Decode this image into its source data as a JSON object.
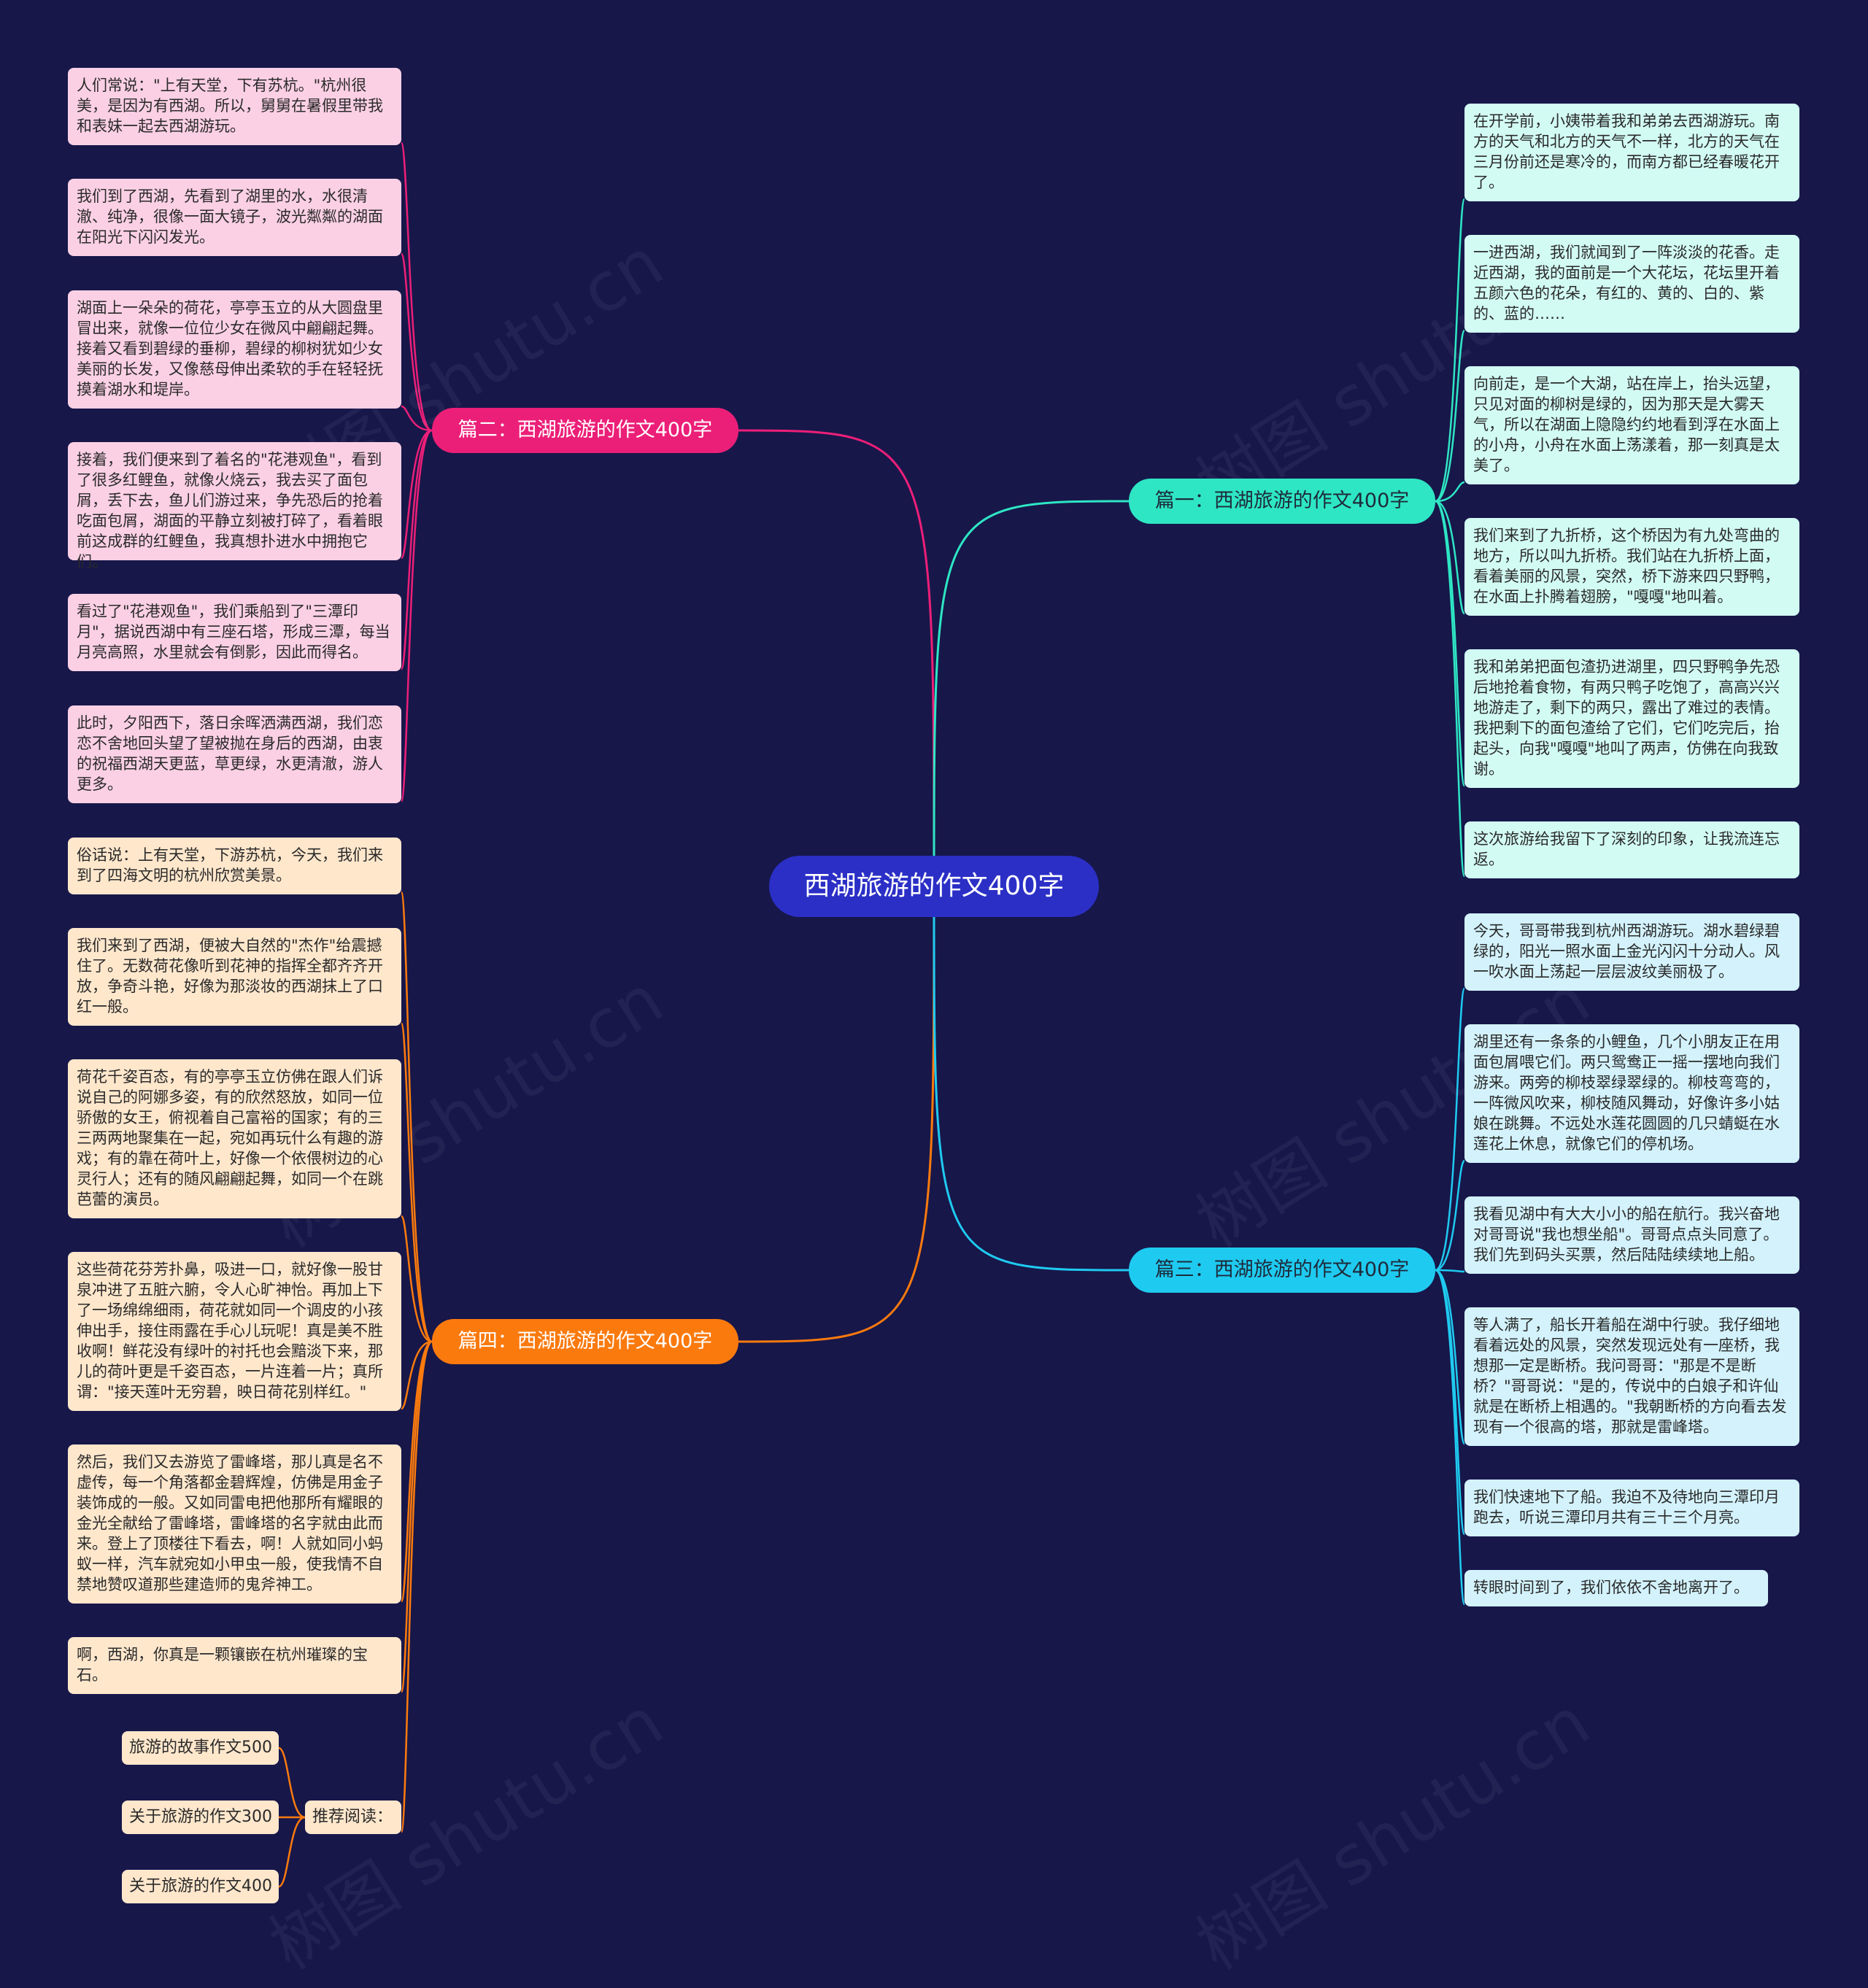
{
  "root": {
    "label": "西湖旅游的作文400字"
  },
  "watermark": "树图 shutu.cn",
  "colors": {
    "background": "#17174a",
    "pink": "#ec1f78",
    "cyan": "#2ee6c4",
    "orange": "#fb7a0e",
    "blue": "#1fcaf0",
    "root": "#2b2fc6"
  },
  "branches": {
    "b2": {
      "label": "篇二：西湖旅游的作文400字",
      "items": [
        "人们常说：\"上有天堂，下有苏杭。\"杭州很美，是因为有西湖。所以，舅舅在暑假里带我和表妹一起去西湖游玩。",
        "我们到了西湖，先看到了湖里的水，水很清澈、纯净，很像一面大镜子，波光粼粼的湖面在阳光下闪闪发光。",
        "湖面上一朵朵的荷花，亭亭玉立的从大圆盘里冒出来，就像一位位少女在微风中翩翩起舞。接着又看到碧绿的垂柳，碧绿的柳树犹如少女美丽的长发，又像慈母伸出柔软的手在轻轻抚摸着湖水和堤岸。",
        "接着，我们便来到了着名的\"花港观鱼\"，看到了很多红鲤鱼，就像火烧云，我去买了面包屑，丢下去，鱼儿们游过来，争先恐后的抢着吃面包屑，湖面的平静立刻被打碎了，看着眼前这成群的红鲤鱼，我真想扑进水中拥抱它们。",
        "看过了\"花港观鱼\"，我们乘船到了\"三潭印月\"，据说西湖中有三座石塔，形成三潭，每当月亮高照，水里就会有倒影，因此而得名。",
        "此时，夕阳西下，落日余晖洒满西湖，我们恋恋不舍地回头望了望被抛在身后的西湖，由衷的祝福西湖天更蓝，草更绿，水更清澈，游人更多。"
      ]
    },
    "b1": {
      "label": "篇一：西湖旅游的作文400字",
      "items": [
        "在开学前，小姨带着我和弟弟去西湖游玩。南方的天气和北方的天气不一样，北方的天气在三月份前还是寒冷的，而南方都已经春暖花开了。",
        "一进西湖，我们就闻到了一阵淡淡的花香。走近西湖，我的面前是一个大花坛，花坛里开着五颜六色的花朵，有红的、黄的、白的、紫的、蓝的……",
        "向前走，是一个大湖，站在岸上，抬头远望，只见对面的柳树是绿的，因为那天是大雾天气，所以在湖面上隐隐约约地看到浮在水面上的小舟，小舟在水面上荡漾着，那一刻真是太美了。",
        "我们来到了九折桥，这个桥因为有九处弯曲的地方，所以叫九折桥。我们站在九折桥上面，看着美丽的风景，突然，桥下游来四只野鸭，在水面上扑腾着翅膀，\"嘎嘎\"地叫着。",
        "我和弟弟把面包渣扔进湖里，四只野鸭争先恐后地抢着食物，有两只鸭子吃饱了，高高兴兴地游走了，剩下的两只，露出了难过的表情。我把剩下的面包渣给了它们，它们吃完后，抬起头，向我\"嘎嘎\"地叫了两声，仿佛在向我致谢。",
        "这次旅游给我留下了深刻的印象，让我流连忘返。"
      ]
    },
    "b4": {
      "label": "篇四：西湖旅游的作文400字",
      "items": [
        "俗话说：上有天堂，下游苏杭，今天，我们来到了四海文明的杭州欣赏美景。",
        "我们来到了西湖，便被大自然的\"杰作\"给震撼住了。无数荷花像听到花神的指挥全都齐齐开放，争奇斗艳，好像为那淡妆的西湖抹上了口红一般。",
        "荷花千姿百态，有的亭亭玉立仿佛在跟人们诉说自己的阿娜多姿，有的欣然怒放，如同一位骄傲的女王，俯视着自己富裕的国家；有的三三两两地聚集在一起，宛如再玩什么有趣的游戏；有的靠在荷叶上，好像一个依偎树边的心灵行人；还有的随风翩翩起舞，如同一个在跳芭蕾的演员。",
        "这些荷花芬芳扑鼻，吸进一口，就好像一股甘泉冲进了五脏六腑，令人心旷神怡。再加上下了一场绵绵细雨，荷花就如同一个调皮的小孩伸出手，接住雨露在手心儿玩呢！真是美不胜收啊！鲜花没有绿叶的衬托也会黯淡下来，那儿的荷叶更是千姿百态，一片连着一片；真所谓：\"接天莲叶无穷碧，映日荷花别样红。\"",
        "然后，我们又去游览了雷峰塔，那儿真是名不虚传，每一个角落都金碧辉煌，仿佛是用金子装饰成的一般。又如同雷电把他那所有耀眼的金光全献给了雷峰塔，雷峰塔的名字就由此而来。登上了顶楼往下看去，啊！人就如同小蚂蚁一样，汽车就宛如小甲虫一般，使我情不自禁地赞叹道那些建造师的鬼斧神工。",
        "啊，西湖，你真是一颗镶嵌在杭州璀璨的宝石。"
      ],
      "recommend": {
        "label": "推荐阅读：",
        "items": [
          "旅游的故事作文500",
          "关于旅游的作文300",
          "关于旅游的作文400"
        ]
      }
    },
    "b3": {
      "label": "篇三：西湖旅游的作文400字",
      "items": [
        "今天，哥哥带我到杭州西湖游玩。湖水碧绿碧绿的，阳光一照水面上金光闪闪十分动人。风一吹水面上荡起一层层波纹美丽极了。",
        "湖里还有一条条的小鲤鱼，几个小朋友正在用面包屑喂它们。两只鸳鸯正一摇一摆地向我们游来。两旁的柳枝翠绿翠绿的。柳枝弯弯的，一阵微风吹来，柳枝随风舞动，好像许多小姑娘在跳舞。不远处水莲花圆圆的几只蜻蜓在水莲花上休息，就像它们的停机场。",
        "我看见湖中有大大小小的船在航行。我兴奋地对哥哥说\"我也想坐船\"。哥哥点点头同意了。我们先到码头买票，然后陆陆续续地上船。",
        "等人满了，船长开着船在湖中行驶。我仔细地看着远处的风景，突然发现远处有一座桥，我想那一定是断桥。我问哥哥：\"那是不是断桥？\"哥哥说：\"是的，传说中的白娘子和许仙就是在断桥上相遇的。\"我朝断桥的方向看去发现有一个很高的塔，那就是雷峰塔。",
        "我们快速地下了船。我迫不及待地向三潭印月跑去，听说三潭印月共有三十三个月亮。",
        "转眼时间到了，我们依依不舍地离开了。"
      ]
    }
  }
}
